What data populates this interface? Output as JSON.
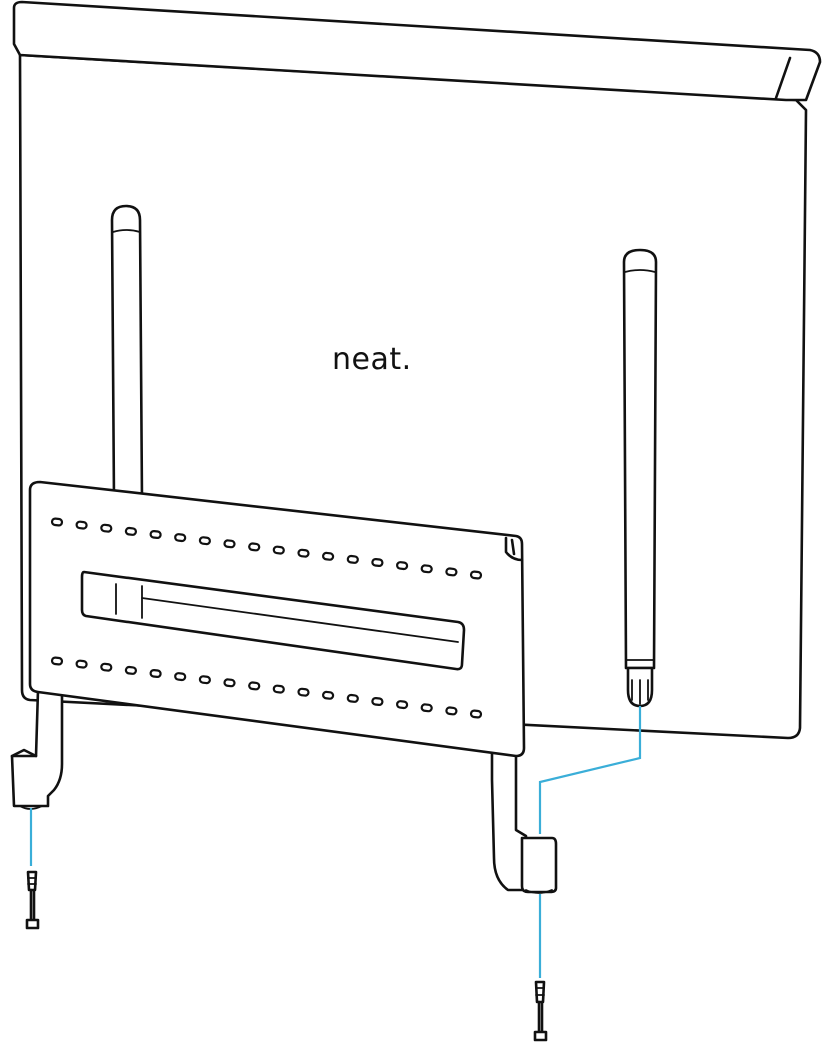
{
  "diagram": {
    "brand_logo_text": "neat.",
    "colors": {
      "line": "#111111",
      "background": "#ffffff",
      "guide_line": "#3aaed8"
    },
    "parts": [
      "display-back",
      "wall-plate",
      "mounting-post-left",
      "mounting-post-right",
      "bracket-leg-left",
      "bracket-leg-right",
      "screw-left",
      "screw-right"
    ]
  }
}
